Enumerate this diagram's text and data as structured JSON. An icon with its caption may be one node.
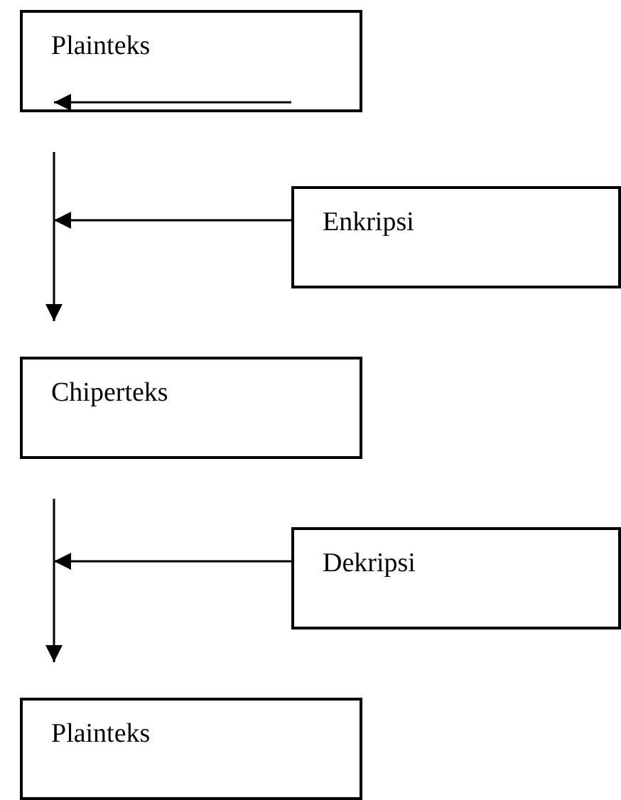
{
  "diagram": {
    "nodes": [
      {
        "text": [
          "Plainteks"
        ]
      },
      {
        "text": [
          "Enkripsi"
        ]
      },
      {
        "text": [
          "Chiperteks"
        ]
      },
      {
        "text": [
          "Dekripsi"
        ]
      },
      {
        "text": [
          "Plainteks"
        ]
      }
    ],
    "edges": [
      {
        "from": 0,
        "to": 2,
        "arrow": "to"
      },
      {
        "from": 1,
        "to": null,
        "arrow": "to"
      },
      {
        "from": 2,
        "to": 4,
        "arrow": "to"
      },
      {
        "from": 3,
        "to": null,
        "arrow": "to"
      }
    ]
  }
}
